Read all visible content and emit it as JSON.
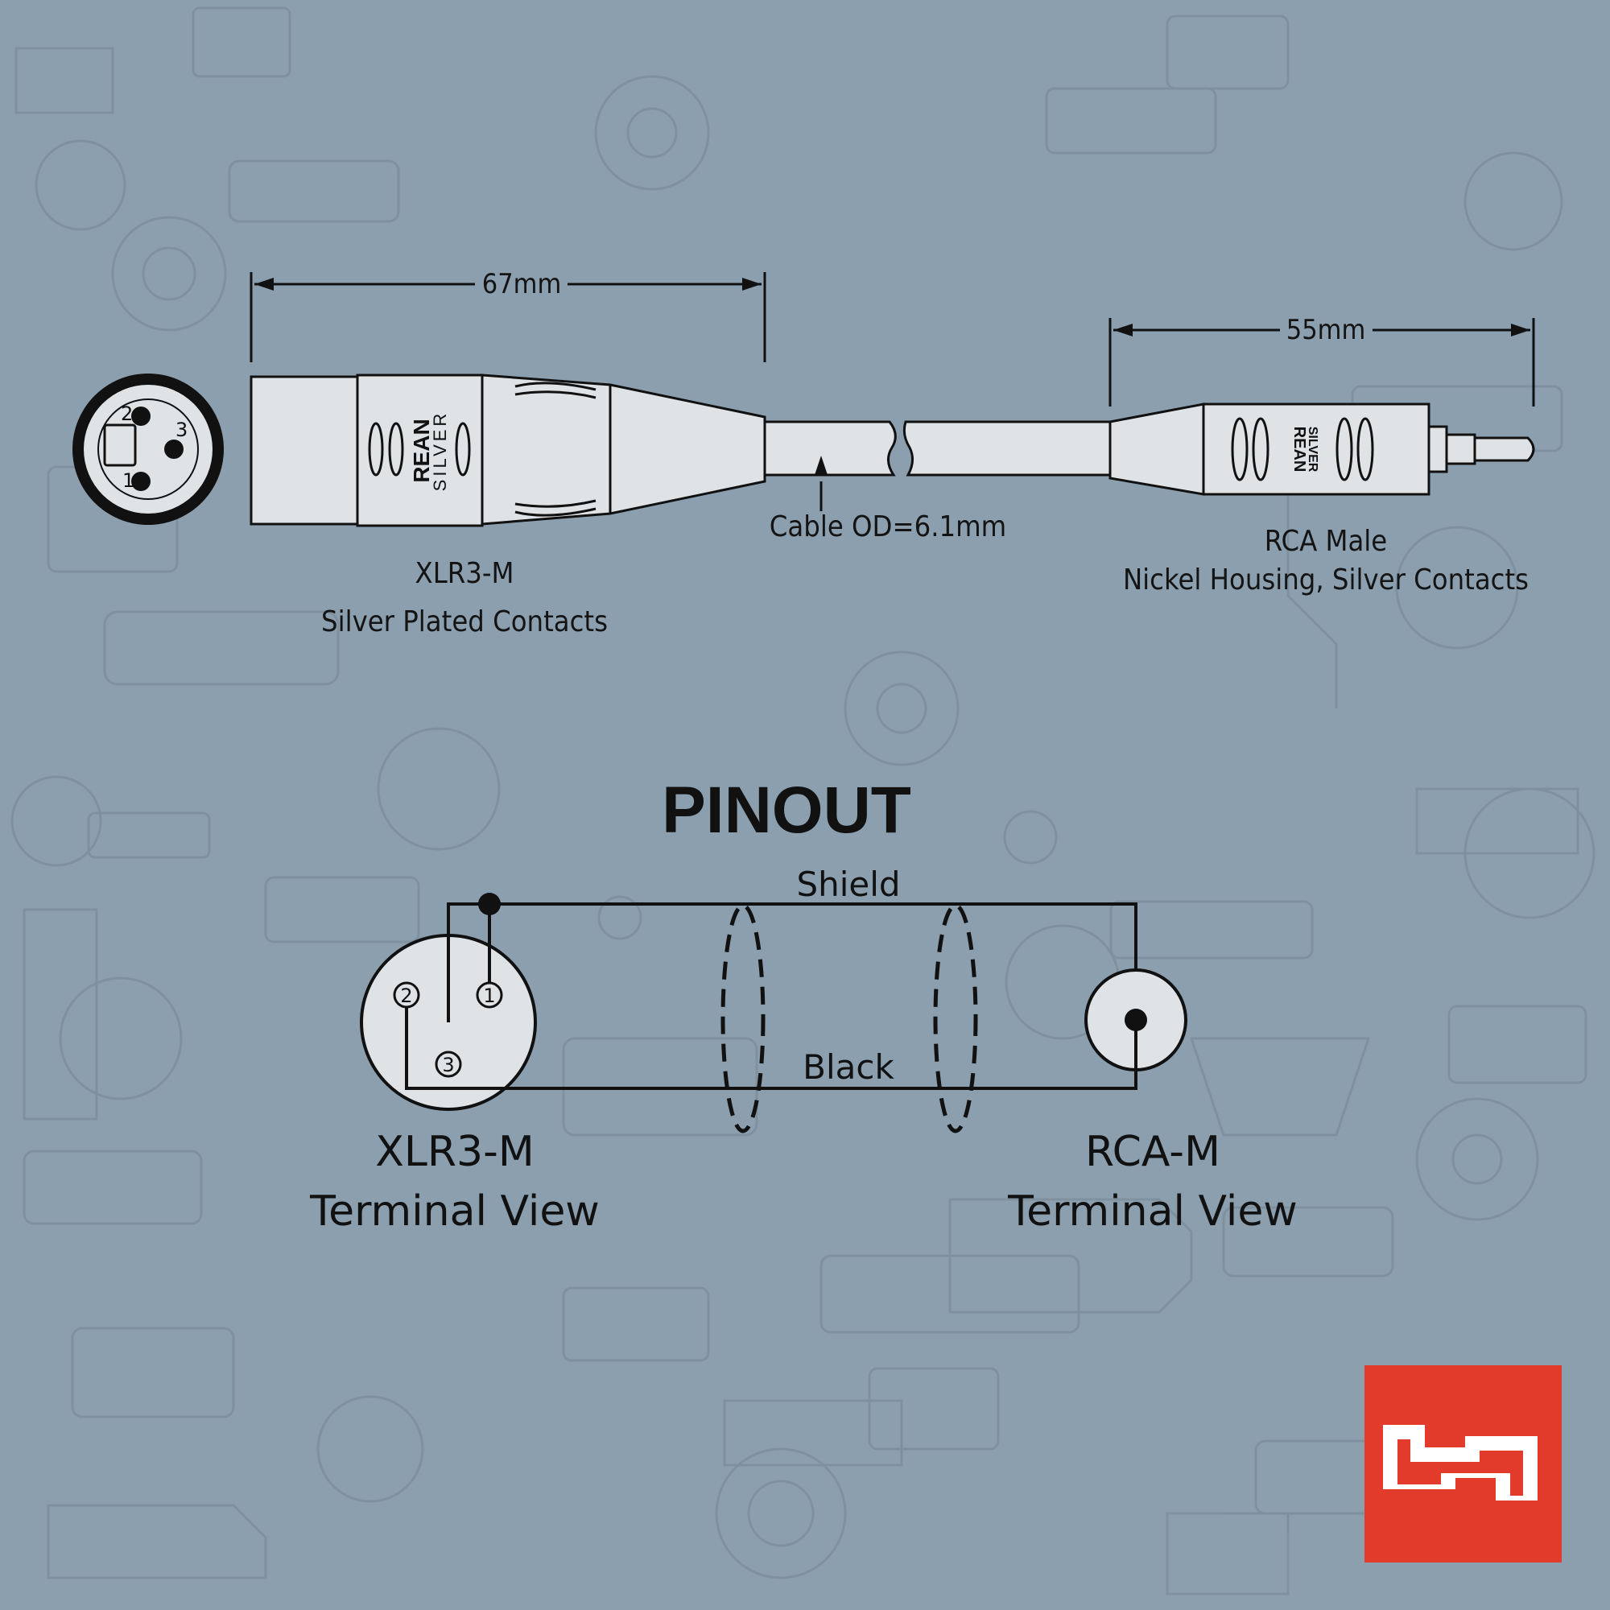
{
  "dimensions": {
    "xlr_length": "67mm",
    "rca_length": "55mm"
  },
  "xlr_connector": {
    "brand": "REAN",
    "sub_brand": "SILVER",
    "face_pin_labels": [
      "1",
      "2",
      "3"
    ],
    "name": "XLR3-M",
    "description": "Silver Plated Contacts"
  },
  "cable": {
    "label": "Cable OD=6.1mm"
  },
  "rca_connector": {
    "brand": "REAN",
    "sub_brand": "SILVER",
    "name": "RCA Male",
    "description": "Nickel Housing, Silver Contacts"
  },
  "pinout": {
    "title": "PINOUT",
    "shield_label": "Shield",
    "black_label": "Black",
    "xlr_pins": [
      "1",
      "2",
      "3"
    ],
    "xlr_name": "XLR3-M",
    "xlr_view": "Terminal View",
    "rca_name": "RCA-M",
    "rca_view": "Terminal View"
  },
  "colors": {
    "background": "#8c9fae",
    "connector_fill": "#dfe3e6",
    "logo": "#e23a2b"
  }
}
